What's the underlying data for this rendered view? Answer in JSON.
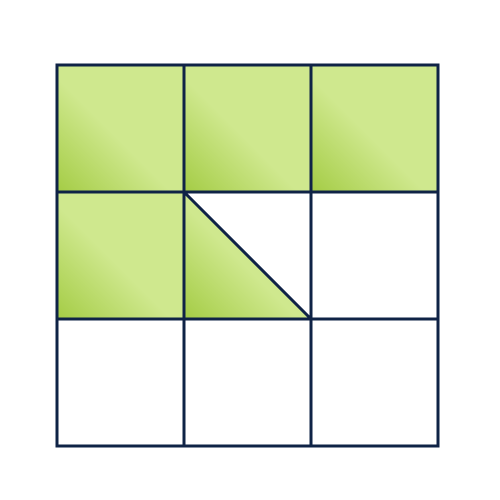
{
  "colors": {
    "background": "#ffffff",
    "grid_line": "#0f2346",
    "fill_light": "#cfe88e",
    "fill_dark": "#a4cc45",
    "empty_cell": "#ffffff"
  },
  "grid": {
    "rows": 3,
    "cols": 3,
    "cells": [
      {
        "row": 0,
        "col": 0,
        "fill": "full"
      },
      {
        "row": 0,
        "col": 1,
        "fill": "full"
      },
      {
        "row": 0,
        "col": 2,
        "fill": "full"
      },
      {
        "row": 1,
        "col": 0,
        "fill": "full"
      },
      {
        "row": 1,
        "col": 1,
        "fill": "half-lower-left"
      },
      {
        "row": 1,
        "col": 2,
        "fill": "none"
      },
      {
        "row": 2,
        "col": 0,
        "fill": "none"
      },
      {
        "row": 2,
        "col": 1,
        "fill": "none"
      },
      {
        "row": 2,
        "col": 2,
        "fill": "none"
      }
    ]
  }
}
